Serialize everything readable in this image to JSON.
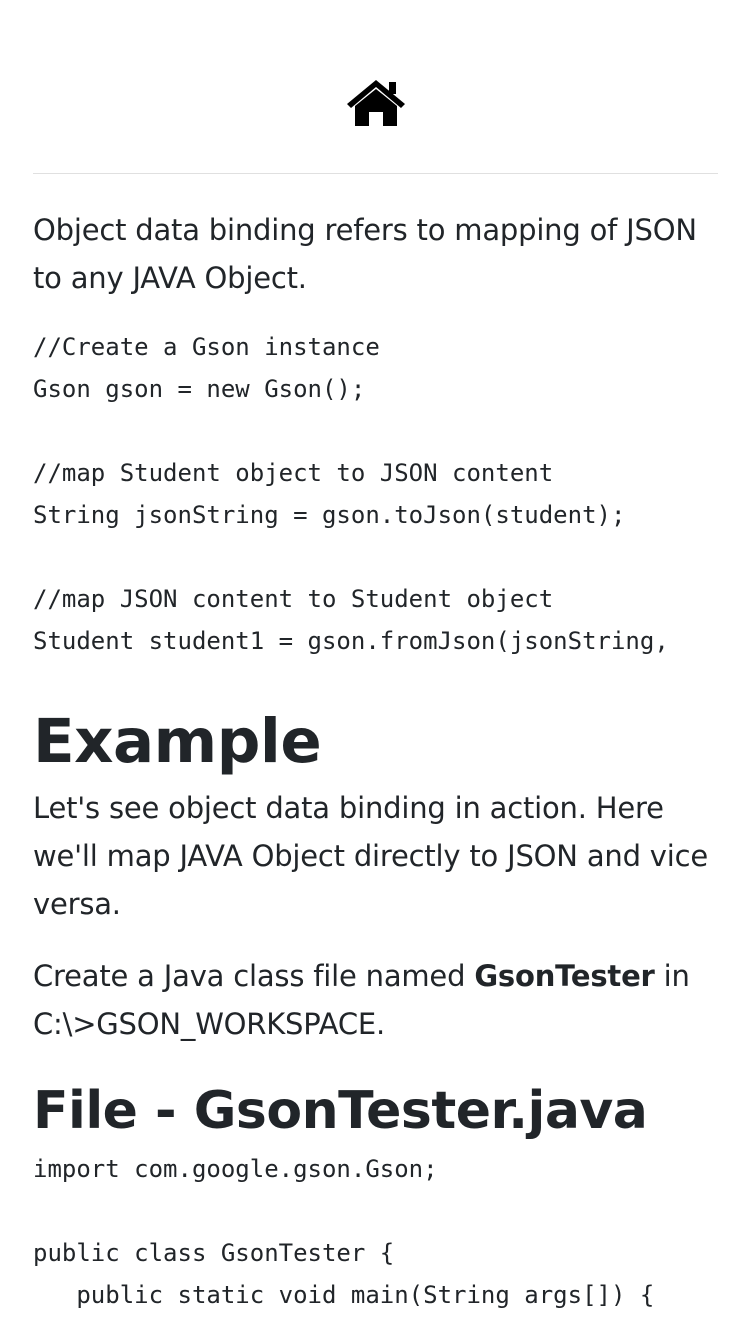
{
  "header": {
    "home_icon": "home-icon"
  },
  "intro": {
    "line1": "Object data binding refers to mapping of JSON",
    "line2": "to any JAVA Object."
  },
  "snippet": {
    "lines": [
      "//Create a Gson instance",
      "Gson gson = new Gson();",
      "",
      "//map Student object to JSON content",
      "String jsonString = gson.toJson(student);",
      "",
      "//map JSON content to Student object",
      "Student student1 = gson.fromJson(jsonString,"
    ]
  },
  "example": {
    "title": "Example",
    "description_line1": "Let's see object data binding in action. Here",
    "description_line2": "we'll map JAVA Object directly to JSON and vice",
    "description_line3": "versa.",
    "create_prefix": "Create a Java class file named ",
    "create_class": "GsonTester",
    "create_suffix": " in",
    "create_path": "C:\\>GSON_WORKSPACE."
  },
  "file": {
    "title": "File - GsonTester.java",
    "code_lines": [
      "import com.google.gson.Gson;",
      "",
      "public class GsonTester {",
      "   public static void main(String args[]) {"
    ]
  }
}
